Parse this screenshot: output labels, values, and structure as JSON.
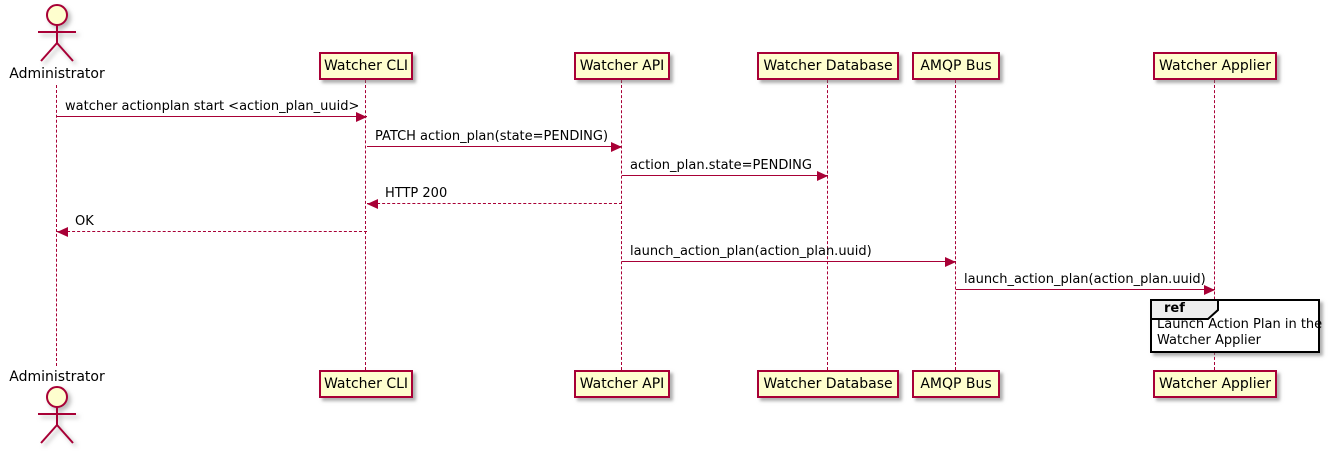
{
  "diagram_type": "plantuml-sequence",
  "colors": {
    "participant_fill": "#FEFECE",
    "participant_border": "#A80036",
    "line_color": "#A80036",
    "text_color": "#000000",
    "ref_header_fill": "#EEEEEE",
    "ref_border": "#000000"
  },
  "actor": {
    "label": "Administrator"
  },
  "participants": [
    {
      "id": "watcher-cli",
      "label": "Watcher CLI"
    },
    {
      "id": "watcher-api",
      "label": "Watcher API"
    },
    {
      "id": "watcher-database",
      "label": "Watcher Database"
    },
    {
      "id": "amqp-bus",
      "label": "AMQP Bus"
    },
    {
      "id": "watcher-applier",
      "label": "Watcher Applier"
    }
  ],
  "messages": [
    {
      "from": "Administrator",
      "to": "Watcher CLI",
      "label": "watcher actionplan start <action_plan_uuid>",
      "line": "solid",
      "direction": "right"
    },
    {
      "from": "Watcher CLI",
      "to": "Watcher API",
      "label": "PATCH action_plan(state=PENDING)",
      "line": "solid",
      "direction": "right"
    },
    {
      "from": "Watcher API",
      "to": "Watcher Database",
      "label": "action_plan.state=PENDING",
      "line": "solid",
      "direction": "right"
    },
    {
      "from": "Watcher API",
      "to": "Watcher CLI",
      "label": "HTTP 200",
      "line": "dashed",
      "direction": "left"
    },
    {
      "from": "Watcher CLI",
      "to": "Administrator",
      "label": "OK",
      "line": "dashed",
      "direction": "left"
    },
    {
      "from": "Watcher API",
      "to": "AMQP Bus",
      "label": "launch_action_plan(action_plan.uuid)",
      "line": "solid",
      "direction": "right"
    },
    {
      "from": "AMQP Bus",
      "to": "Watcher Applier",
      "label": "launch_action_plan(action_plan.uuid)",
      "line": "solid",
      "direction": "right"
    }
  ],
  "ref_fragment": {
    "keyword": "ref",
    "lines": [
      "Launch Action Plan in the",
      "Watcher Applier"
    ]
  }
}
